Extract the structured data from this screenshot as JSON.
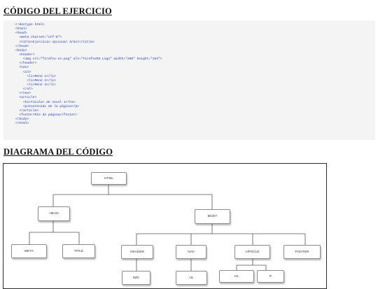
{
  "sections": {
    "code_title": "CÓDIGO DEL EJERCICIO",
    "diagram_title": "DIAGRAMA DEL CÓDIGO"
  },
  "code": {
    "lines": [
      "<!doctype html>",
      "<html>",
      "<head>",
      "  <meta charset=\"utf-8\">",
      "  <title>Ejercicio opcional árbol</title>",
      "</head>",
      "<body>",
      "  <header>",
      "    <img src=\"firefox-os.png\" alt=\"FirefoxOS Logo\" width=\"200\" height=\"164\">",
      "  </header>",
      "  <nav>",
      "    <ul>",
      "      <li>Menú 1</li>",
      "      <li>Menú 2</li>",
      "      <li>Menú 3</li>",
      "    </ul>",
      "  </nav>",
      "  <article>",
      "    <h1>Titular de nivel 1</h1>",
      "    <p>Contenido de la página</p>",
      "  </article>",
      "  <footer>Pie de página</footer>",
      "</body>",
      "</html>"
    ]
  },
  "diagram": {
    "nodes": {
      "html": "HTML",
      "head": "HEAD",
      "body": "BODY",
      "meta": "META",
      "title": "TITLE",
      "header": "HEADER",
      "nav": "NAV",
      "article": "ARTICLE",
      "footer": "FOOTER",
      "img": "IMG",
      "ul": "UL",
      "h1": "H1",
      "p": "P"
    },
    "colors": {
      "line": "#555555",
      "node_border": "#8c8c8c"
    }
  }
}
